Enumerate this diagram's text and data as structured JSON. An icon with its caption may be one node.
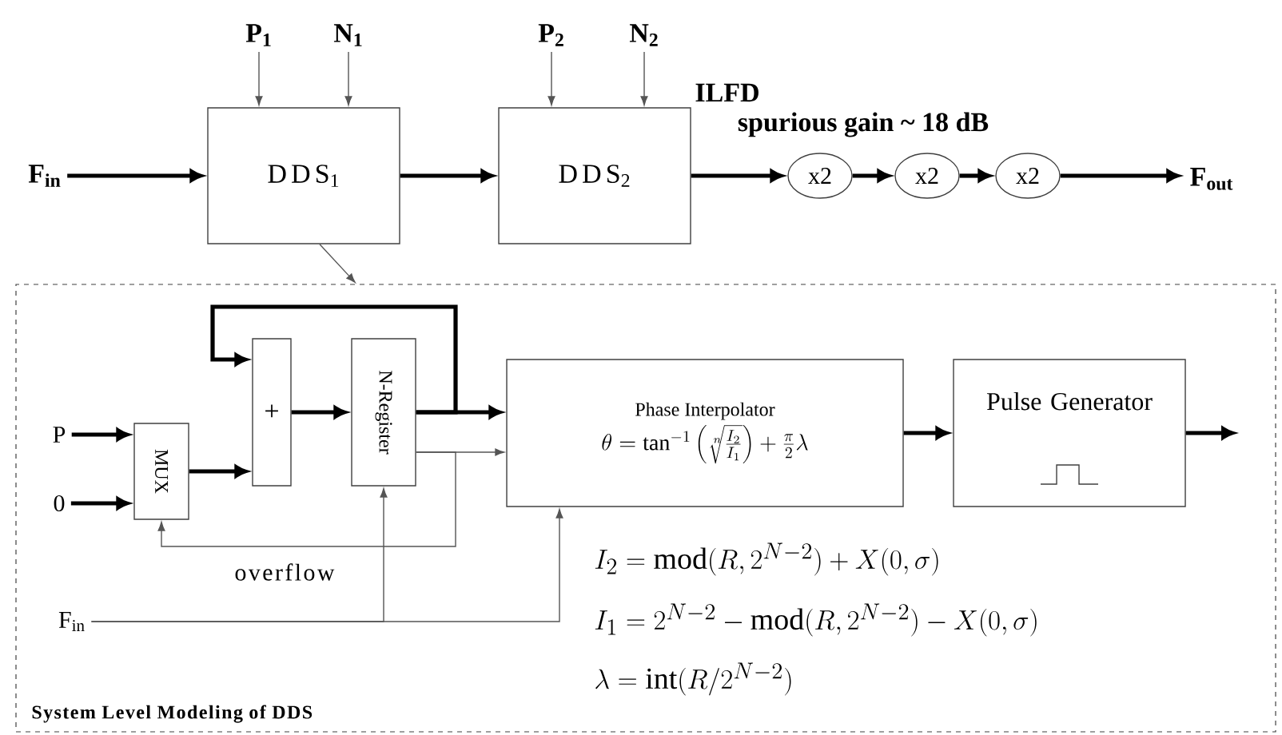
{
  "diagram": {
    "nodes": [
      {
        "text": [
          "F$_{in}$"
        ]
      },
      {
        "text": [
          "DDS$_{1}$"
        ]
      },
      {
        "text": [
          "DDS$_{2}$"
        ]
      },
      {
        "text": [
          "P$_{1}$"
        ]
      },
      {
        "text": [
          "N$_{1}$"
        ]
      },
      {
        "text": [
          "P$_{2}$"
        ]
      },
      {
        "text": [
          "N$_{2}$"
        ]
      },
      {
        "text": [
          "x2"
        ]
      },
      {
        "text": [
          "x2"
        ]
      },
      {
        "text": [
          "x2"
        ]
      },
      {
        "text": [
          "F$_{out}$"
        ]
      },
      {
        "text": [
          "System Level Modeling of DDS"
        ]
      },
      {
        "text": [
          "P"
        ],
        "in": 11
      },
      {
        "text": [
          "0"
        ],
        "in": 11
      },
      {
        "text": [
          "MUX"
        ],
        "in": 11
      },
      {
        "text": [
          "+"
        ],
        "in": 11
      },
      {
        "text": [
          "N-Register"
        ],
        "in": 11
      },
      {
        "text": [
          "Phase Interpolator",
          "\\theta = \\tan^{-1}\\left(\\sqrt[n]{\\frac{I_2}{I_1}}\\right) + \\frac{\\pi}{2}\\lambda"
        ],
        "in": 11
      },
      {
        "text": [
          "Pulse Generator"
        ],
        "in": 11
      },
      {
        "text": [
          "F$_{in}$"
        ],
        "in": 11
      }
    ],
    "edges": [
      {
        "from": 0,
        "to": 1,
        "arrow": "to"
      },
      {
        "from": 1,
        "to": 2,
        "arrow": "to"
      },
      {
        "from": 2,
        "to": 7,
        "arrow": "to"
      },
      {
        "from": 7,
        "to": 8,
        "arrow": "to"
      },
      {
        "from": 8,
        "to": 9,
        "arrow": "to"
      },
      {
        "from": 9,
        "to": 10,
        "arrow": "to"
      },
      {
        "from": 3,
        "to": 1,
        "arrow": "to",
        "color": "#555555"
      },
      {
        "from": 4,
        "to": 1,
        "arrow": "to",
        "color": "#555555"
      },
      {
        "from": 5,
        "to": 2,
        "arrow": "to",
        "color": "#555555"
      },
      {
        "from": 6,
        "to": 2,
        "arrow": "to",
        "color": "#555555"
      },
      {
        "from": 1,
        "to": 11,
        "arrow": "to",
        "color": "#555555"
      },
      {
        "from": 12,
        "to": 14,
        "arrow": "to"
      },
      {
        "from": 13,
        "to": 14,
        "arrow": "to"
      },
      {
        "from": 14,
        "to": 15,
        "arrow": "to"
      },
      {
        "from": 15,
        "to": 16,
        "arrow": "to"
      },
      {
        "from": 16,
        "to": 17,
        "arrow": "to"
      },
      {
        "from": 16,
        "to": 17,
        "arrow": "to",
        "color": "#555555"
      },
      {
        "from": 16,
        "to": 15,
        "arrow": "to"
      },
      {
        "from": 16,
        "to": 14,
        "arrow": "to",
        "label": "overflow",
        "color": "#555555"
      },
      {
        "from": 19,
        "to": 16,
        "arrow": "to",
        "color": "#555555"
      },
      {
        "from": 19,
        "to": 17,
        "arrow": "to",
        "color": "#555555"
      },
      {
        "from": 17,
        "to": 18,
        "arrow": "to"
      },
      {
        "from": 18,
        "to": null,
        "arrow": "to"
      }
    ],
    "labels": [
      "ILFD",
      "spurious gain ~ 18 dB",
      "I_2 = \\mathrm{mod}(R,2^{N-2}) + X(0,\\sigma)",
      "I_1 = 2^{N-2} - \\mathrm{mod}(R,2^{N-2}) - X(0,\\sigma)",
      "\\lambda = \\mathrm{int}(R/2^{N-2})"
    ]
  }
}
